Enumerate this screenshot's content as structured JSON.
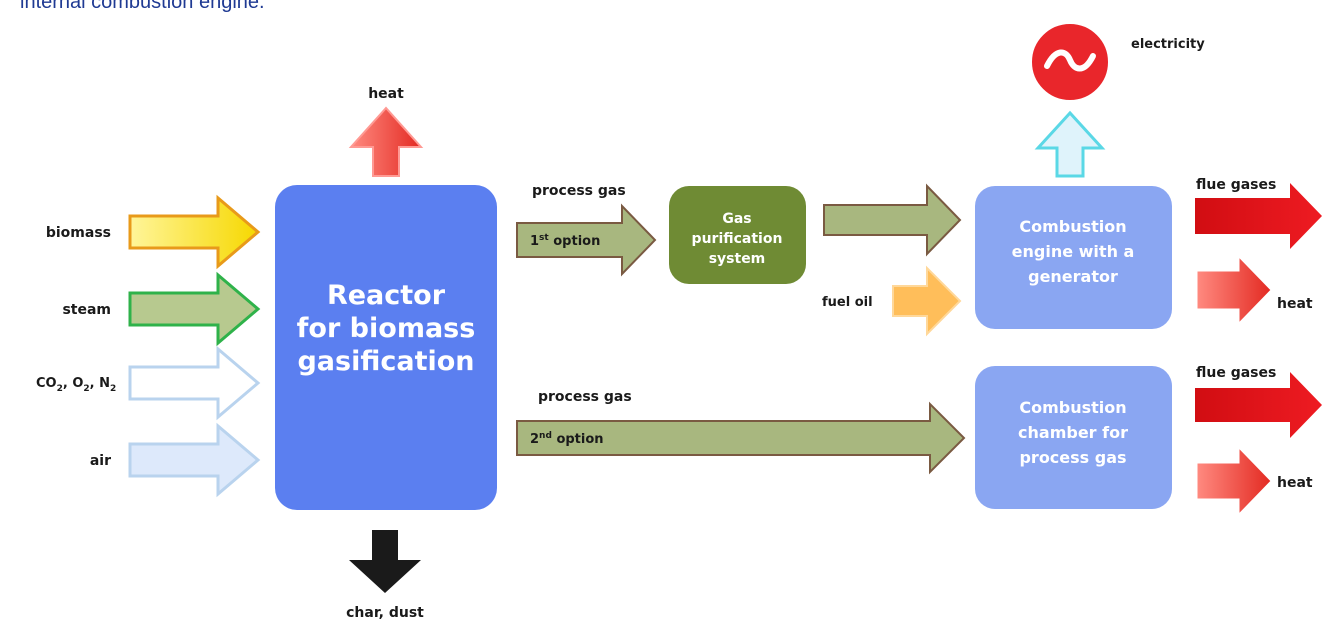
{
  "caption": "internal combustion engine.",
  "inputs": {
    "biomass": "biomass",
    "steam": "steam",
    "gases": "CO",
    "o": "O",
    "n": "N",
    "sub2": "2",
    "air": "air"
  },
  "reactor": {
    "line1": "Reactor",
    "line2": "for biomass",
    "line3": "gasification"
  },
  "outputs_reactor": {
    "heat": "heat",
    "char_dust": "char, dust"
  },
  "option1": {
    "process_gas": "process gas",
    "option_num": "1",
    "option_sup": "st",
    "option_word": "option"
  },
  "option2": {
    "process_gas": "process gas",
    "option_num": "2",
    "option_sup": "nd",
    "option_word": "option"
  },
  "purification": {
    "line1": "Gas",
    "line2": "purification",
    "line3": "system"
  },
  "fuel_oil": "fuel oil",
  "engine": {
    "line1": "Combustion",
    "line2": "engine with a",
    "line3": "generator"
  },
  "chamber": {
    "line1": "Combustion",
    "line2": "chamber for",
    "line3": "process gas"
  },
  "electricity": "electricity",
  "engine_outputs": {
    "flue": "flue gases",
    "heat": "heat"
  },
  "chamber_outputs": {
    "flue": "flue gases",
    "heat": "heat"
  },
  "colors": {
    "reactor": "#5b7ff0",
    "engine_box": "#8aa6f2",
    "purification": "#6f8b34",
    "process_arrow": "#a8b77f",
    "heat_arrow": "#e8382f",
    "flue_arrow": "#d9101a"
  }
}
